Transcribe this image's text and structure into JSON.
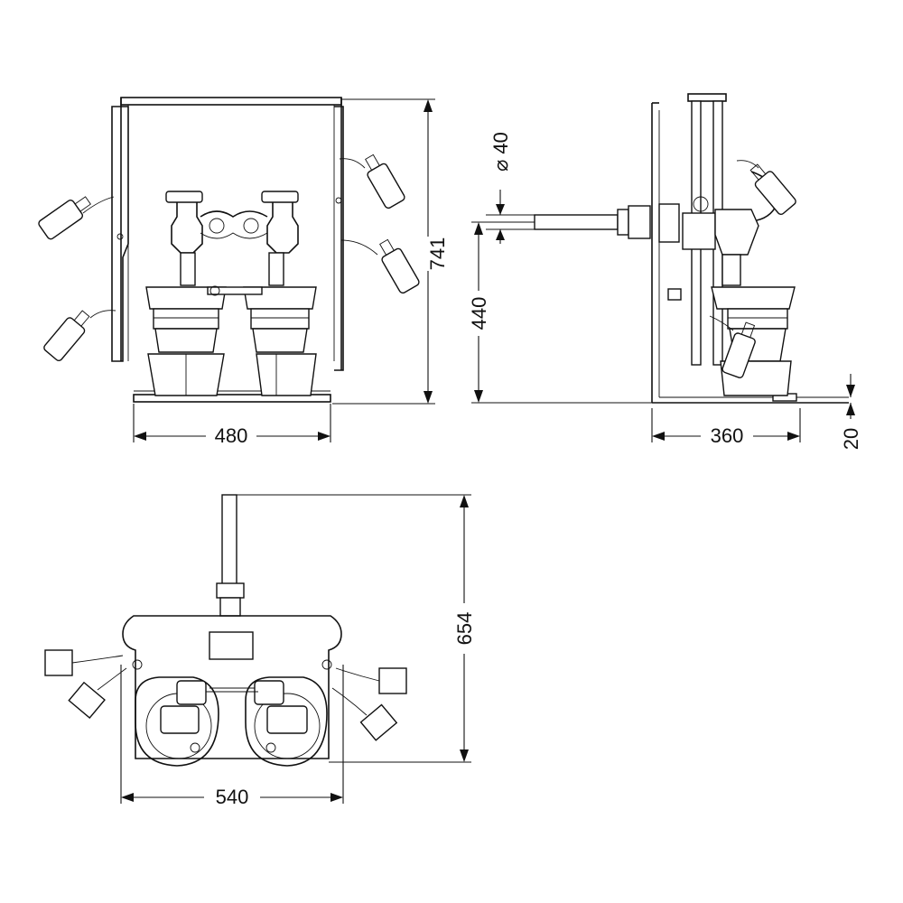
{
  "dimensions": {
    "front_height": "741",
    "front_width": "480",
    "side_pipe_height": "440",
    "side_pipe_diameter": "40",
    "diameter_symbol": "⌀",
    "side_depth": "360",
    "side_foot_height": "20",
    "plan_depth": "654",
    "plan_width": "540"
  },
  "colors": {
    "line": "#111111",
    "background": "#ffffff"
  }
}
